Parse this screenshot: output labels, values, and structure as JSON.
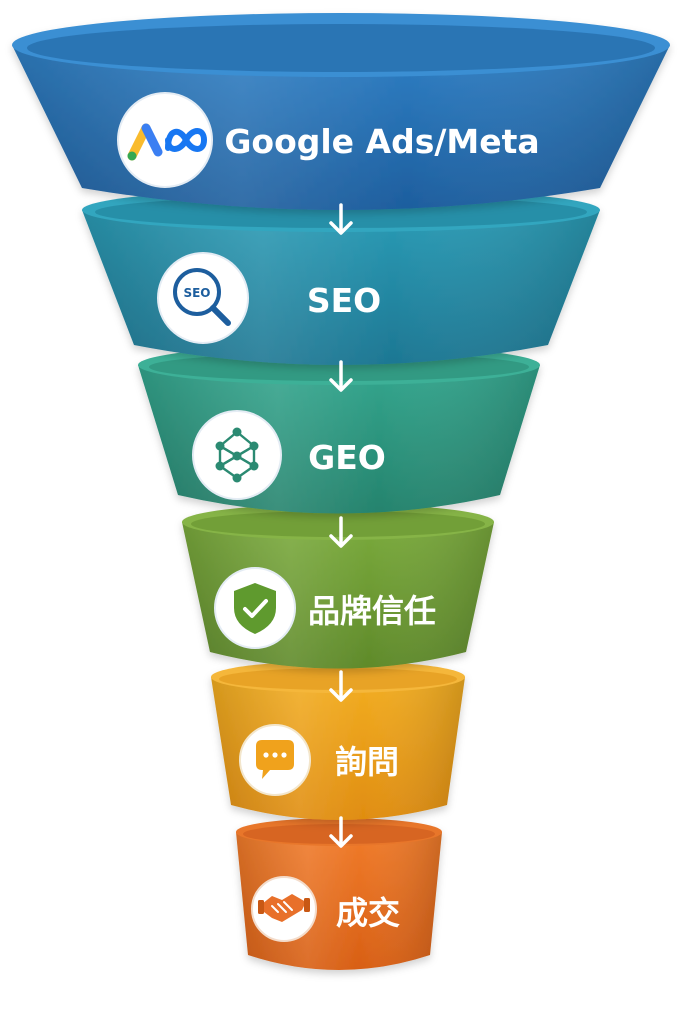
{
  "funnel": {
    "stages": [
      {
        "label": "Google Ads/Meta",
        "icon": "google-ads-meta-logo-icon",
        "color_top": "#2f7fc4",
        "color_bottom": "#1d5e9e"
      },
      {
        "label": "SEO",
        "icon": "seo-magnifier-icon",
        "color_top": "#2a9bb5",
        "color_bottom": "#1d7793"
      },
      {
        "label": "GEO",
        "icon": "neural-network-icon",
        "color_top": "#33a68e",
        "color_bottom": "#25836d"
      },
      {
        "label": "品牌信任",
        "icon": "shield-check-icon",
        "color_top": "#7aaa3c",
        "color_bottom": "#5f8a2a"
      },
      {
        "label": "詢問",
        "icon": "chat-bubble-icon",
        "color_top": "#f2ad21",
        "color_bottom": "#e08d10"
      },
      {
        "label": "成交",
        "icon": "handshake-icon",
        "color_top": "#f07b2a",
        "color_bottom": "#d85f14"
      }
    ],
    "arrow_color": "#ffffff",
    "background": "#ffffff"
  }
}
